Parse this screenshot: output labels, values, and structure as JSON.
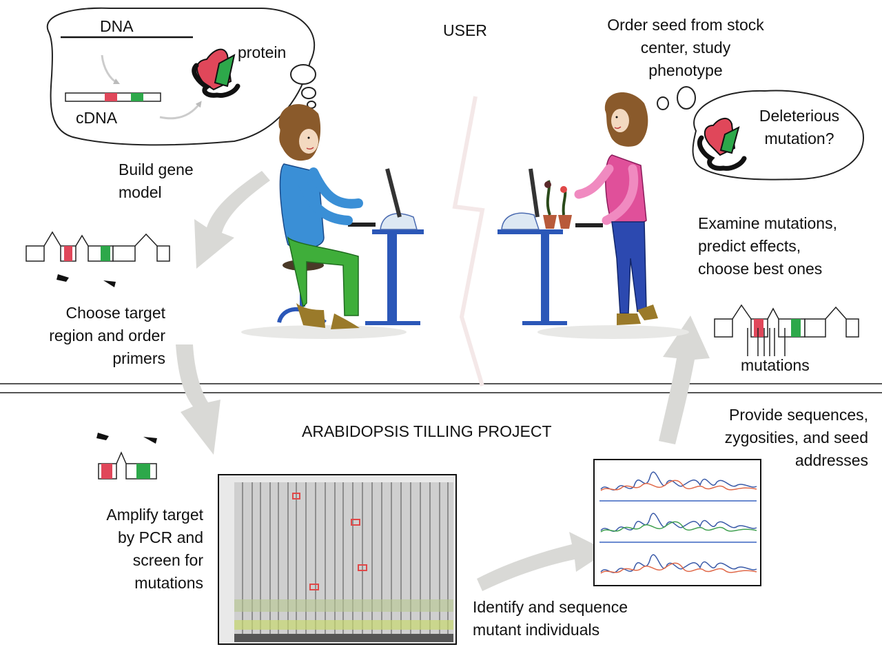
{
  "sections": {
    "user": "USER",
    "project": "ARABIDOPSIS TILLING PROJECT"
  },
  "thought_left": {
    "dna": "DNA",
    "protein": "protein",
    "cdna": "cDNA"
  },
  "thought_right": {
    "question_1": "Deleterious",
    "question_2": "mutation?"
  },
  "steps": {
    "order_seed": [
      "Order seed from stock",
      "center, study",
      "phenotype"
    ],
    "build_model": [
      "Build gene",
      "model"
    ],
    "choose_region": [
      "Choose target",
      "region and order",
      "primers"
    ],
    "examine": [
      "Examine mutations,",
      "predict effects,",
      "choose best ones"
    ],
    "mutations": "mutations",
    "provide": [
      "Provide sequences,",
      "zygosities, and seed",
      "addresses"
    ],
    "amplify": [
      "Amplify  target",
      "by PCR and",
      "screen for",
      "mutations"
    ],
    "identify": [
      "Identify and sequence",
      "mutant individuals"
    ]
  },
  "colors": {
    "exon_red": "#e0475a",
    "exon_green": "#2da84a",
    "arrow_gray": "#d9d9d6",
    "desk_blue": "#2b57b8",
    "shirt_blue": "#3a8fd6",
    "pants_green": "#3fae3a",
    "shirt_pink": "#e0509a",
    "pants_blue": "#2c49b0",
    "hair_brown": "#8a5a2b",
    "shoe_olive": "#9a7a2a"
  }
}
